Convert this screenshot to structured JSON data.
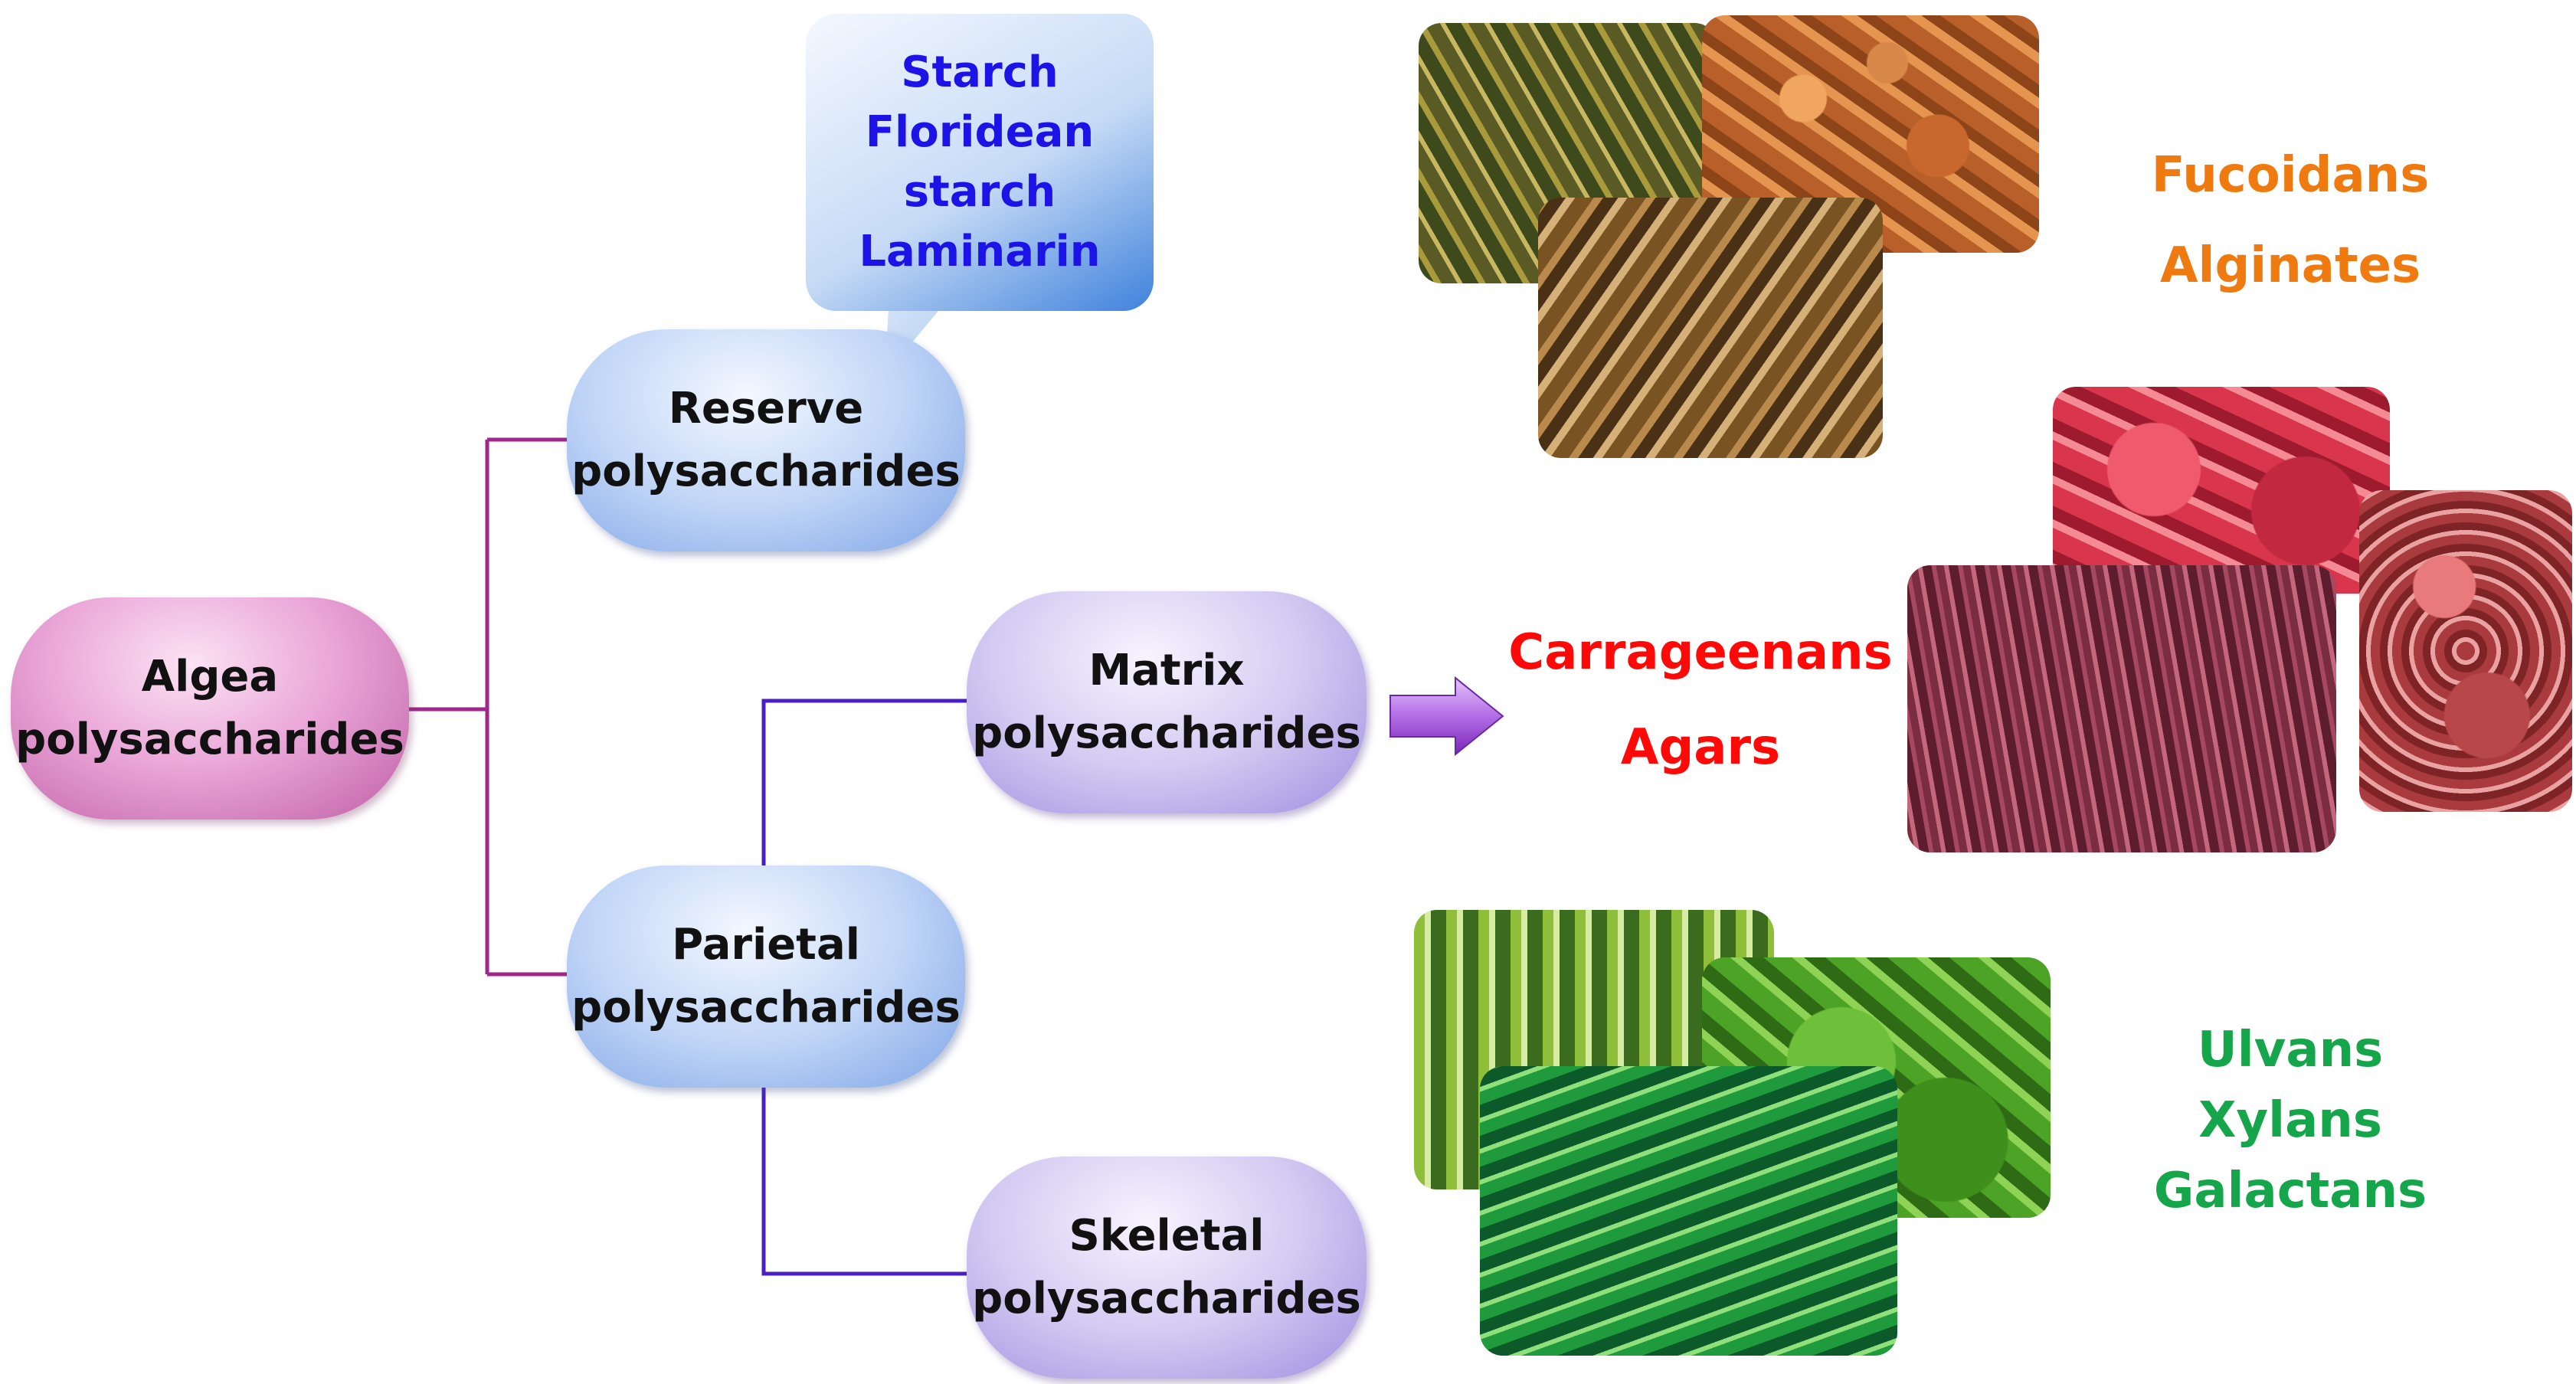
{
  "diagram": {
    "root": {
      "line1": "Algea",
      "line2": "polysaccharides"
    },
    "reserve": {
      "line1": "Reserve",
      "line2": "polysaccharides"
    },
    "parietal": {
      "line1": "Parietal",
      "line2": "polysaccharides"
    },
    "matrix": {
      "line1": "Matrix",
      "line2": "polysaccharides"
    },
    "skeletal": {
      "line1": "Skeletal",
      "line2": "polysaccharides"
    },
    "reserve_callout": {
      "lines": [
        "Starch",
        "Floridean",
        "starch",
        "Laminarin"
      ]
    }
  },
  "seaweed_groups": {
    "brown": {
      "labels": [
        "Fucoidans",
        "Alginates"
      ],
      "color": "#ef7b10"
    },
    "red": {
      "labels": [
        "Carrageenans",
        "Agars"
      ],
      "color": "#ff0808"
    },
    "green": {
      "labels": [
        "Ulvans",
        "Xylans",
        "Galactans"
      ],
      "color": "#15a54a"
    }
  },
  "colors": {
    "root_connector": "#a0268c",
    "parietal_connector": "#4a1fc4",
    "arrow": "#a24fd8",
    "callout_text": "#1c14e6"
  }
}
